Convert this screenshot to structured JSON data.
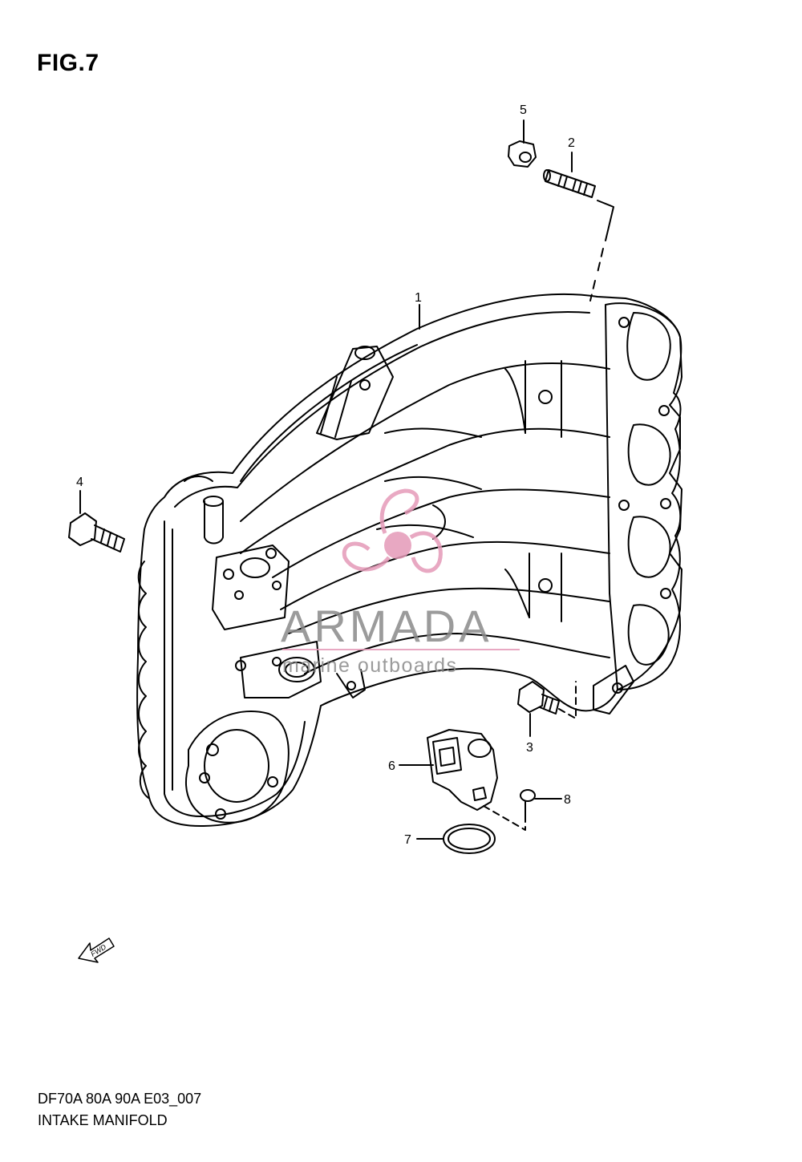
{
  "figure": {
    "title": "FIG.7",
    "code": "DF70A 80A 90A E03_007",
    "name": "INTAKE MANIFOLD"
  },
  "callouts": [
    {
      "id": "1",
      "label": "1"
    },
    {
      "id": "2",
      "label": "2"
    },
    {
      "id": "3",
      "label": "3"
    },
    {
      "id": "4",
      "label": "4"
    },
    {
      "id": "5",
      "label": "5"
    },
    {
      "id": "6",
      "label": "6"
    },
    {
      "id": "7",
      "label": "7"
    },
    {
      "id": "8",
      "label": "8"
    }
  ],
  "fwd_arrow": {
    "label": "FWD"
  },
  "watermark": {
    "brand": "ARMADA",
    "tagline": "marine outboards",
    "logo_color": "#e59ab8",
    "text_color": "#8a8a8a"
  }
}
